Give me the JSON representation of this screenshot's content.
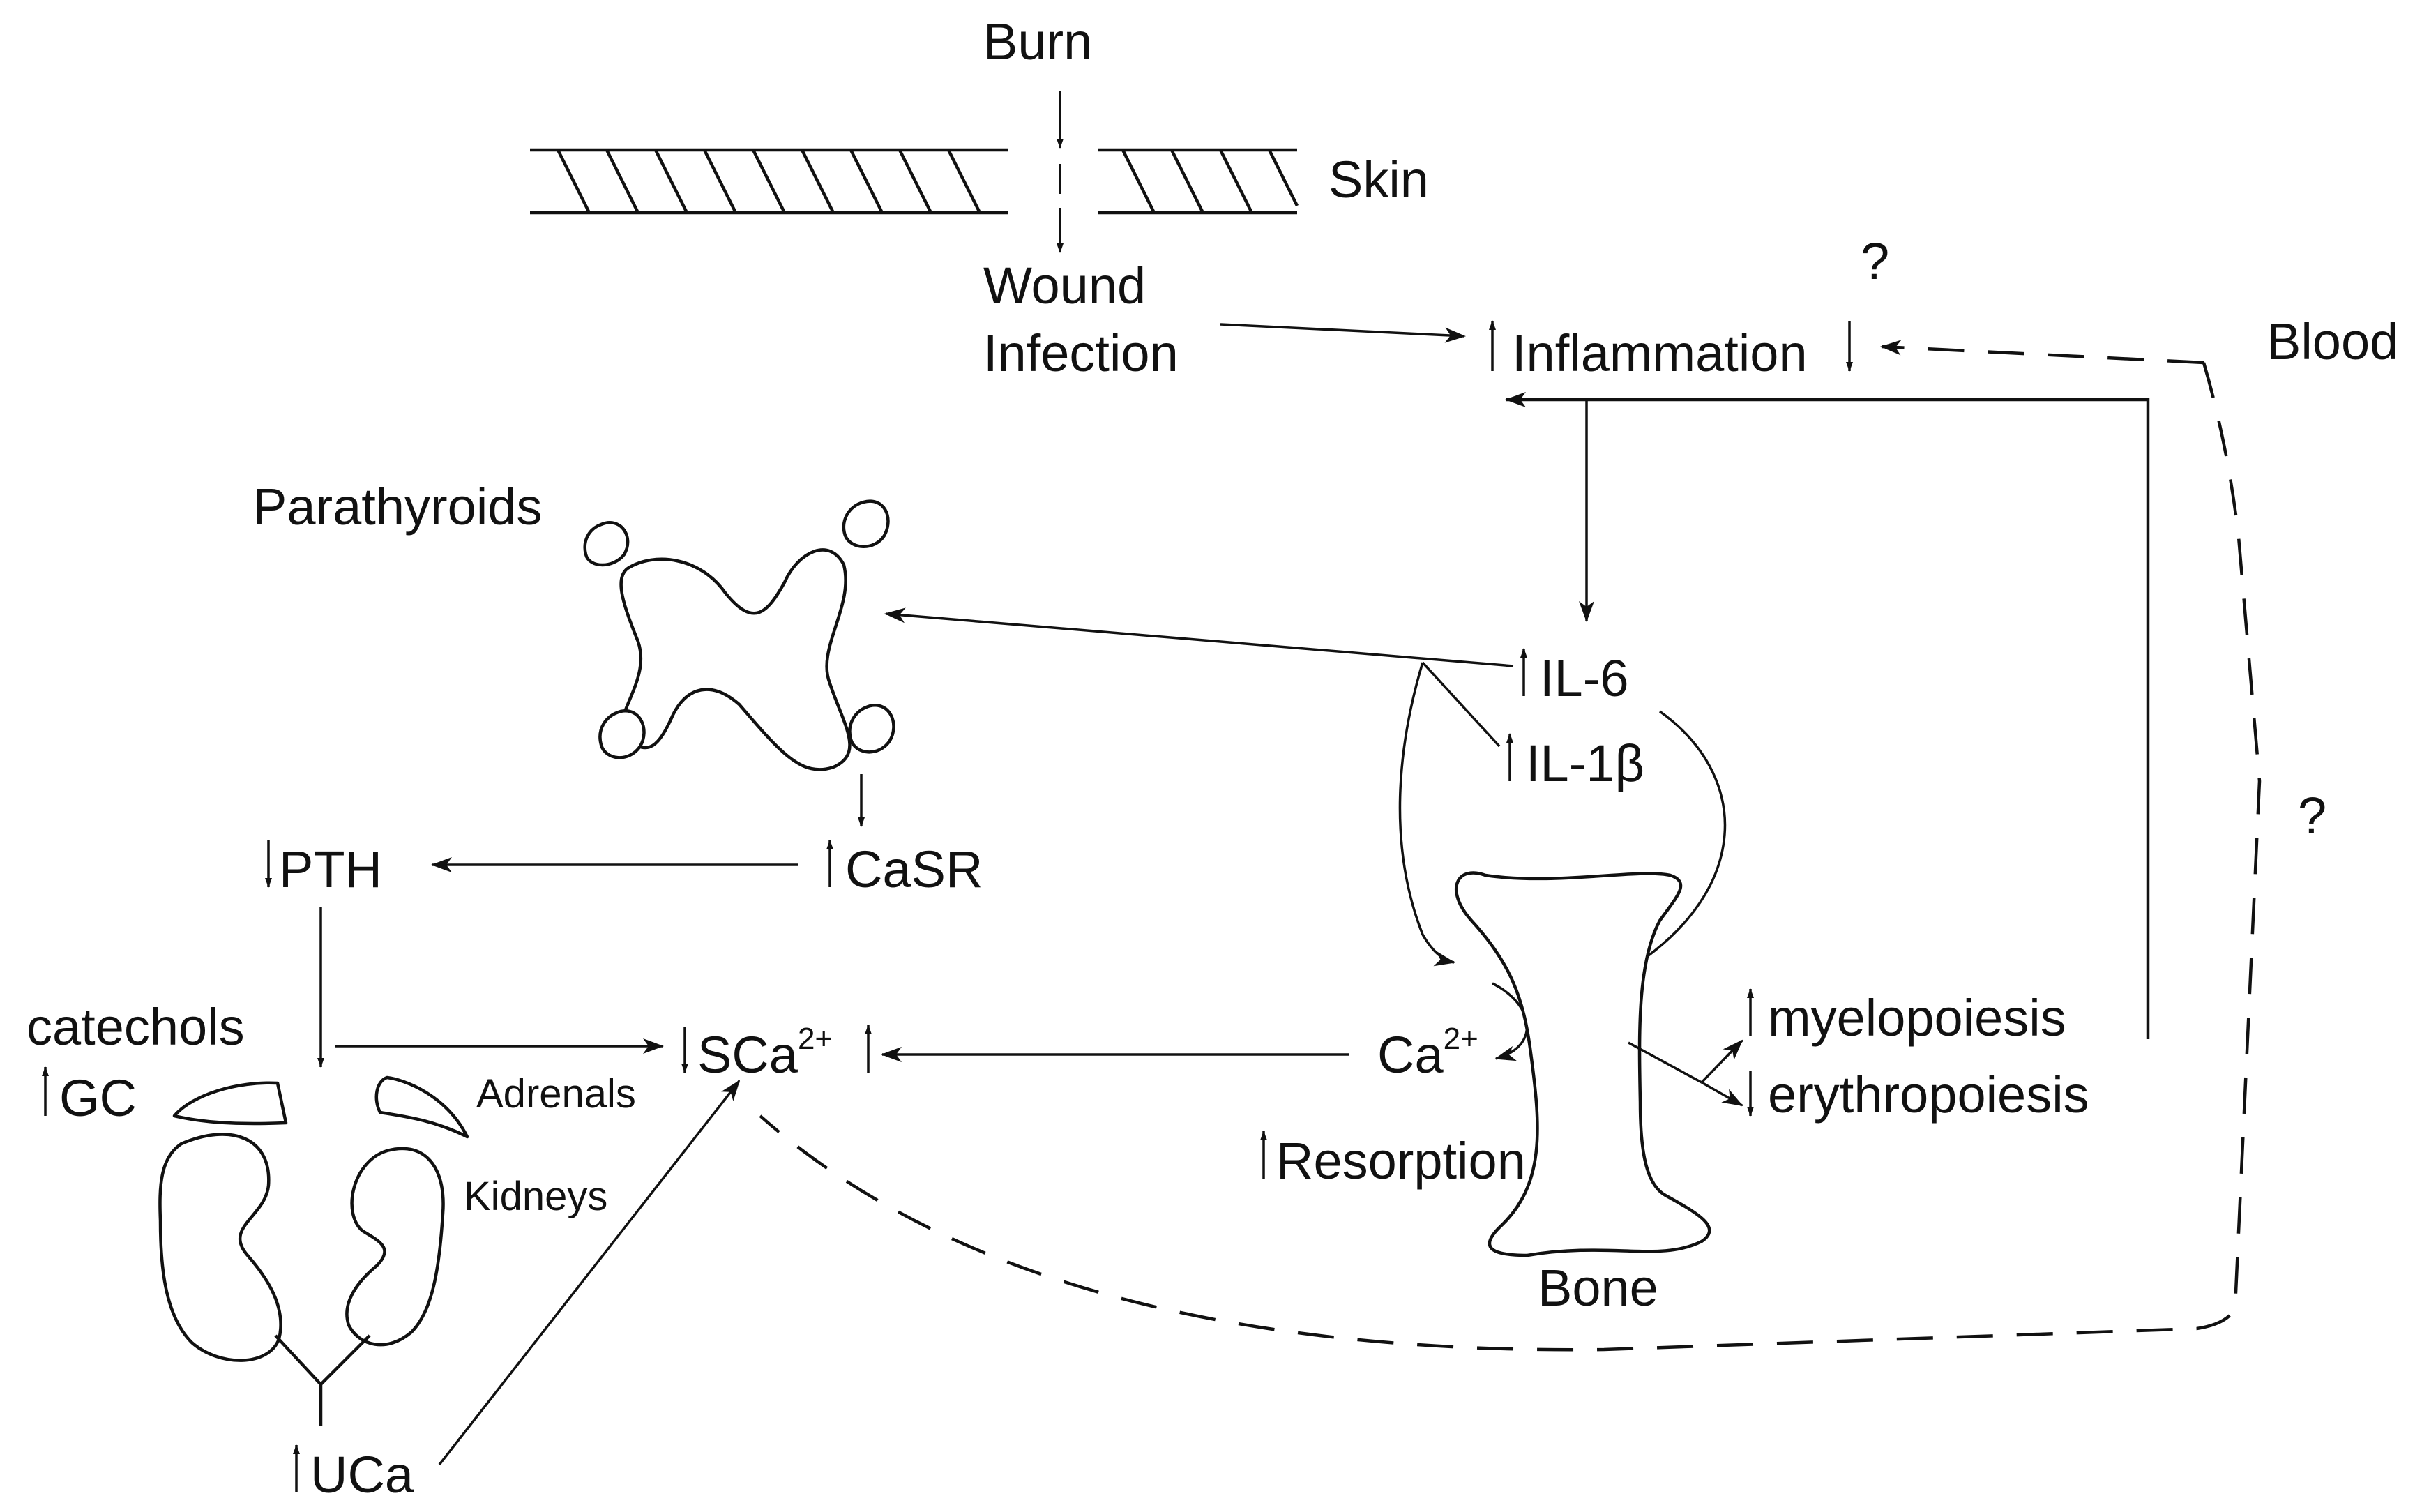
{
  "diagram": {
    "labels": {
      "burn": "Burn",
      "skin": "Skin",
      "wound": "Wound",
      "infection": "Infection",
      "question_top": "?",
      "inflammation": "Inflammation",
      "blood": "Blood",
      "parathyroids": "Parathyroids",
      "il6": "IL-6",
      "il1b": "IL-1β",
      "question_right": "?",
      "pth": "PTH",
      "casr": "CaSR",
      "catechols": "catechols",
      "gc": "GC",
      "sca_base": "SCa",
      "sca_sup": "2+",
      "ca_base": "Ca",
      "ca_sup": "2+",
      "adrenals": "Adrenals",
      "kidneys": "Kidneys",
      "myelopoiesis": "myelopoiesis",
      "erythropoiesis": "erythropoiesis",
      "resorption": "Resorption",
      "bone": "Bone",
      "uca": "UCa"
    },
    "regulation": {
      "inflammation_left": "up",
      "inflammation_right": "down",
      "il6": "up",
      "il1b": "up",
      "pth": "down",
      "casr": "up",
      "gc": "up",
      "sca_left": "down",
      "sca_right": "up",
      "myelopoiesis": "up",
      "erythropoiesis": "down",
      "resorption": "up",
      "uca": "up"
    }
  }
}
